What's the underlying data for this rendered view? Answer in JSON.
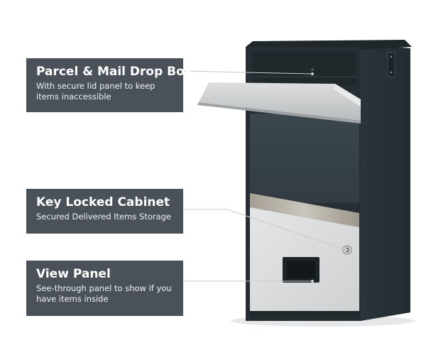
{
  "callouts": [
    {
      "title": "Parcel & Mail Drop Box",
      "description": "With secure lid panel to keep items inaccessible"
    },
    {
      "title": "Key Locked Cabinet",
      "description": "Secured Delivered Items Storage"
    },
    {
      "title": "View Panel",
      "description": "See-through panel to show if you have items inside"
    }
  ],
  "colors": {
    "callout_background": "#4a5159",
    "cabinet_body": "#2f383e",
    "cabinet_front": "#3a454c",
    "lid_panel": "#c9cbcd",
    "door_panel": "#d8dadb",
    "steel_strip": "#b4b0a8"
  },
  "icons": {
    "lock": "key-lock-icon",
    "hinge": "hinge-icon"
  }
}
